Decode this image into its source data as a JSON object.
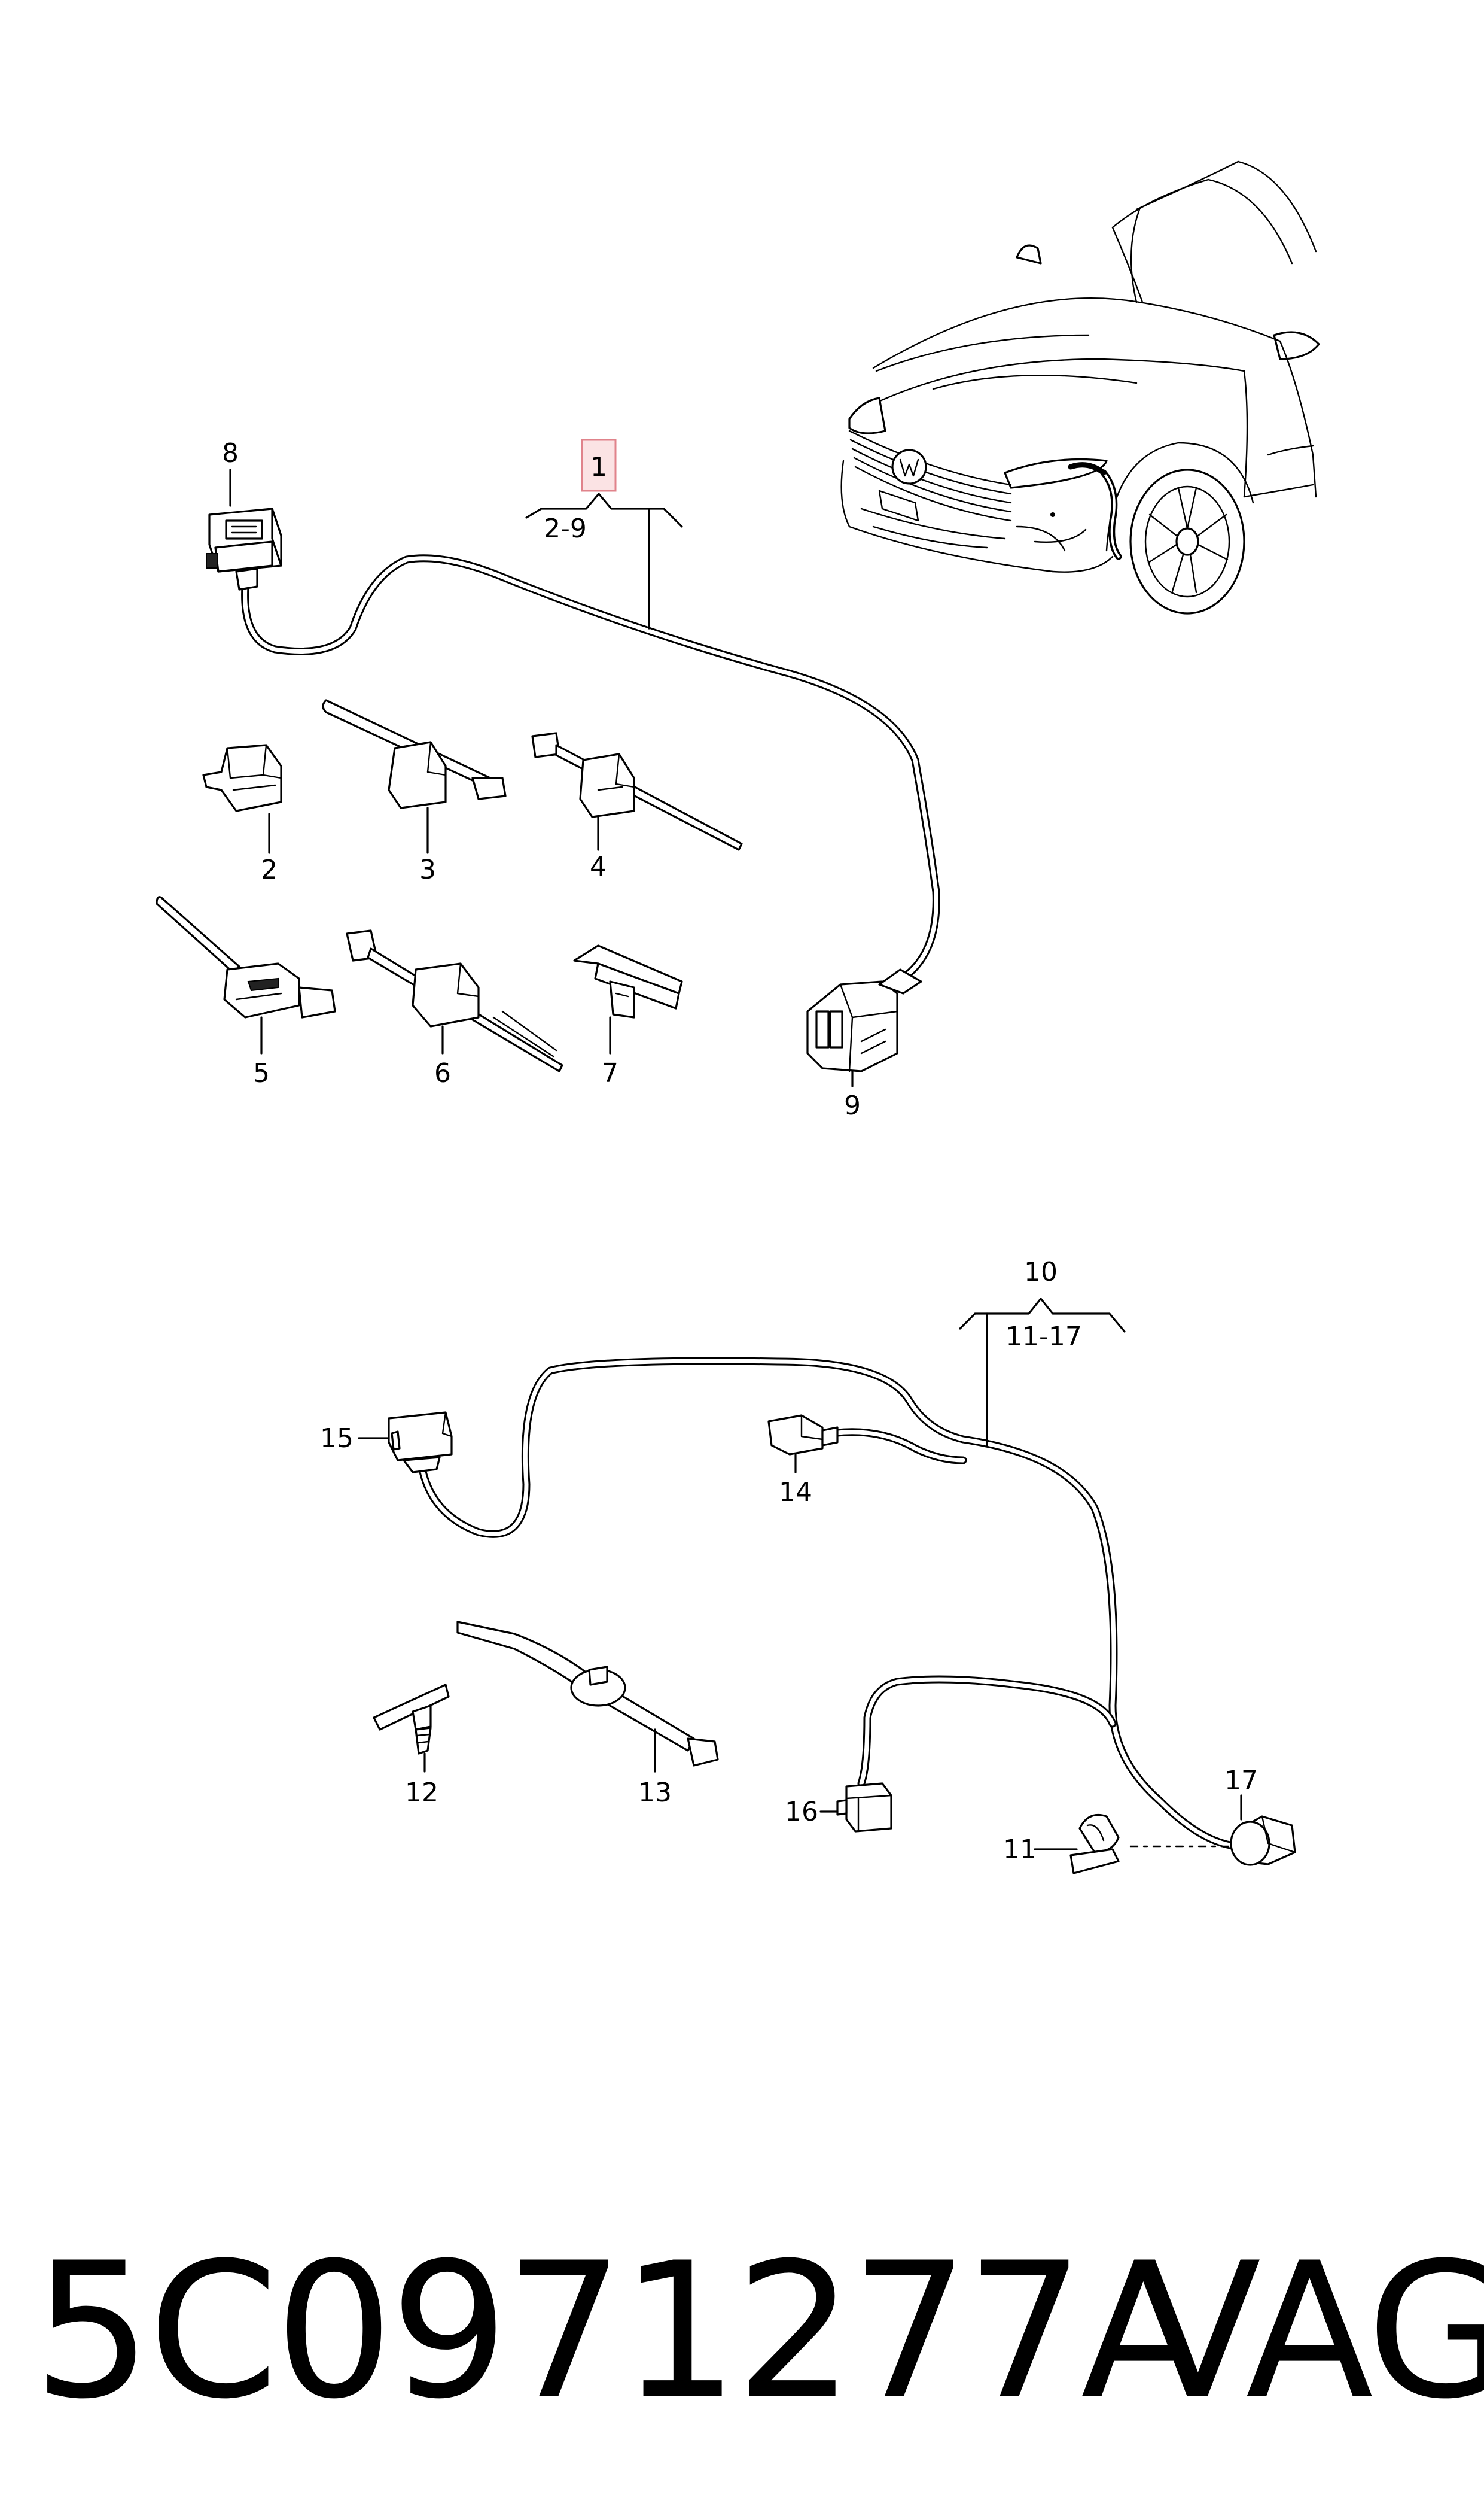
{
  "callouts": {
    "c1": "1",
    "c1_range": "2-9",
    "c2": "2",
    "c3": "3",
    "c4": "4",
    "c5": "5",
    "c6": "6",
    "c7": "7",
    "c8": "8",
    "c9": "9",
    "c10": "10",
    "c10_range": "11-17",
    "c11": "11",
    "c12": "12",
    "c13": "13",
    "c14": "14",
    "c15": "15",
    "c16": "16",
    "c17": "17"
  },
  "footer": {
    "part_number": "5C0971277A",
    "brand": "VAG"
  },
  "colors": {
    "highlight_fill": "#fbe3e4",
    "highlight_stroke": "#e0838b",
    "line": "#000000",
    "background": "#ffffff"
  },
  "icons": {
    "car": "car-front-quarter-illustration",
    "connector": "connector-plug-icon",
    "cable_tie": "cable-tie-icon",
    "clip": "harness-clip-icon"
  }
}
